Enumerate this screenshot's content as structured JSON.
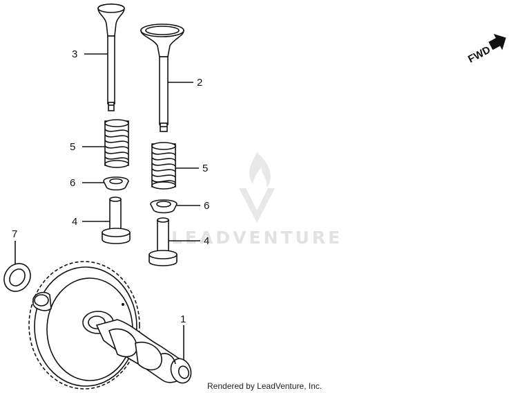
{
  "watermark": "LEADVENTURE",
  "credit": "Rendered by LeadVenture, Inc.",
  "direction_label": "FWD",
  "callouts": {
    "c3": "3",
    "c2": "2",
    "c5a": "5",
    "c5b": "5",
    "c6a": "6",
    "c6b": "6",
    "c4a": "4",
    "c4b": "4",
    "c7": "7",
    "c1": "1"
  }
}
